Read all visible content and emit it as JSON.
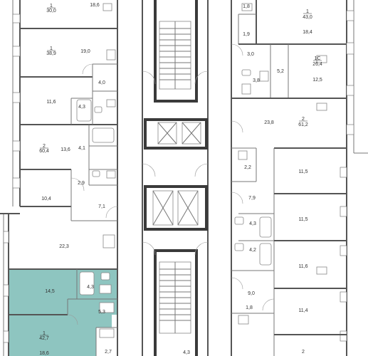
{
  "highlight_color": "#8ec5c0",
  "apartments": [
    {
      "id": "a-top-left",
      "rooms_count": "1",
      "total_area": "30,0"
    },
    {
      "id": "a-left-2",
      "rooms_count": "1",
      "total_area": "38,9"
    },
    {
      "id": "a-left-3",
      "rooms_count": "2",
      "total_area": "60,4"
    },
    {
      "id": "a-highlight",
      "rooms_count": "1",
      "total_area": "42,7"
    },
    {
      "id": "a-right-top",
      "rooms_count": "1",
      "total_area": "43,0"
    },
    {
      "id": "a-right-studio",
      "rooms_count": "1С",
      "total_area": "26,4"
    },
    {
      "id": "a-right-2",
      "rooms_count": "2",
      "total_area": "61,2"
    },
    {
      "id": "a-right-bottom",
      "rooms_count": "2",
      "total_area": ""
    }
  ],
  "rooms": {
    "r1": "18,6",
    "r2": "19,0",
    "r3": "4,0",
    "r4": "11,6",
    "r5": "4,3",
    "r6": "13,6",
    "r7": "4,1",
    "r8": "2,9",
    "r9": "10,4",
    "r10": "7,1",
    "r11": "22,3",
    "r12": "14,5",
    "r13": "4,3",
    "r14": "5,3",
    "r15": "18,6",
    "r16": "2,7",
    "r17": "1,8",
    "r18": "18,4",
    "r19": "1,9",
    "r20": "3,0",
    "r21": "5,2",
    "r22": "3,8",
    "r23": "12,5",
    "r24": "23,8",
    "r25": "2,2",
    "r26": "11,5",
    "r27": "7,9",
    "r28": "11,5",
    "r29": "4,3",
    "r30": "4,2",
    "r31": "11,6",
    "r32": "9,0",
    "r33": "11,4",
    "r34": "1,8",
    "r35": "4,3"
  }
}
